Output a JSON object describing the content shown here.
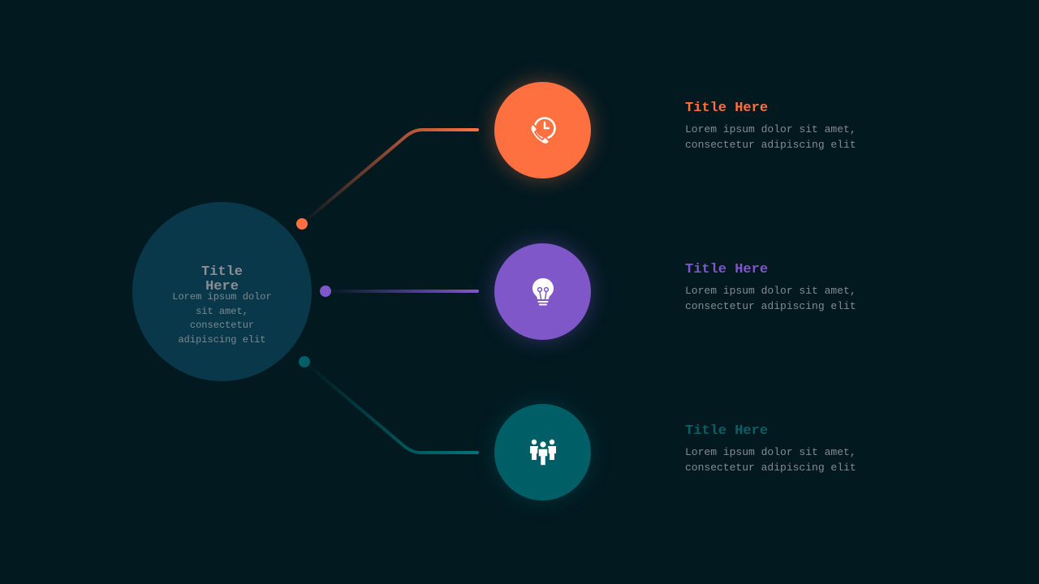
{
  "colors": {
    "orange": "#ff7040",
    "purple": "#7f57c8",
    "teal": "#005f66",
    "hub": "#09384a",
    "background": "#021920"
  },
  "hub": {
    "title_line1": "Title",
    "title_line2": "Here",
    "description": "Lorem ipsum dolor sit amet, consectetur adipiscing elit"
  },
  "items": [
    {
      "icon": "phone-clock-icon",
      "color": "#ff7040",
      "title": "Title Here",
      "desc_line1": "Lorem ipsum dolor sit amet,",
      "desc_line2": "consectetur adipiscing elit"
    },
    {
      "icon": "lightbulb-icon",
      "color": "#7f57c8",
      "title": "Title Here",
      "desc_line1": "Lorem ipsum dolor sit amet,",
      "desc_line2": "consectetur adipiscing elit"
    },
    {
      "icon": "team-icon",
      "color": "#005f66",
      "title": "Title Here",
      "desc_line1": "Lorem ipsum dolor sit amet,",
      "desc_line2": "consectetur adipiscing elit"
    }
  ]
}
